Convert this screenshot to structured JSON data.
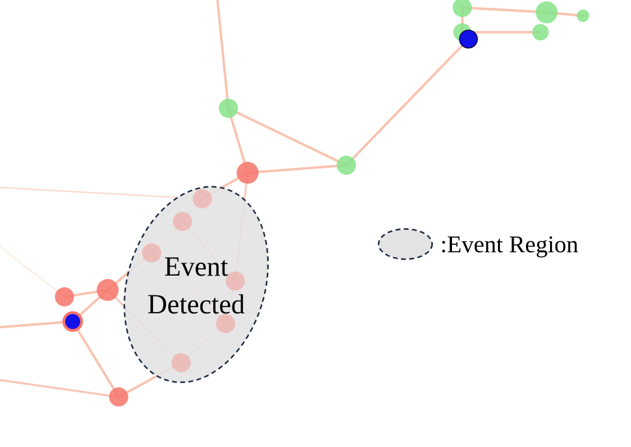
{
  "event_label": {
    "line1": "Event",
    "line2": "Detected"
  },
  "legend": {
    "label": ":Event Region"
  },
  "colors": {
    "edge": "#f7b8a2",
    "node_red": "#f7746a",
    "node_green": "#86e38a",
    "node_sensor": "#1212e8",
    "sensor_ring": "#f7746a",
    "region_fill": "#e3e3e3",
    "region_stroke": "#1c2740"
  }
}
